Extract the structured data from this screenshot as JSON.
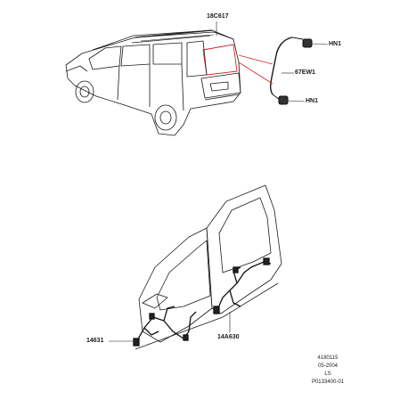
{
  "callouts": {
    "rear_window_harness": "18C617",
    "grommet_top": "HN1",
    "tailgate_harness": "67EW1",
    "grommet_bottom": "HN1",
    "front_door_harness": "14631",
    "rear_door_harness": "14A630"
  },
  "info_block": {
    "code": "4180115",
    "date": "05-2004",
    "model": "LS",
    "ref": "P0133400-01"
  },
  "colors": {
    "line": "#1a1a1a",
    "callout_line": "#d9202a",
    "highlight": "#d9202a"
  }
}
